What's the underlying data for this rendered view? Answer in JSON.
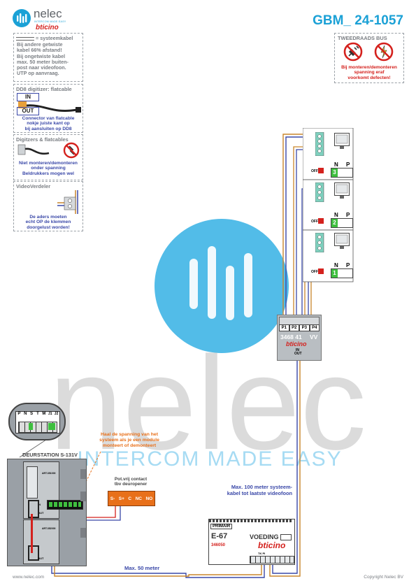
{
  "brand": {
    "name": "nelec",
    "tagline": "INTERCOM MADE EASY",
    "sub_brand": "bticino",
    "website": "www.nelec.com",
    "copyright": "Copyright Nelec BV"
  },
  "doc_code": "GBM_ 24-1057",
  "watermark": {
    "word": "nelec",
    "tagline": "INTERCOM MADE EASY"
  },
  "notes": {
    "systemkabel": {
      "legend": "= systeemkabel",
      "lines": [
        "Bij andere getwiste",
        "kabel 66% afstand!",
        "Bij ongetwiste kabel",
        "max. 50 meter buiten-",
        "post naar videofoon.",
        "UTP op aanvraag."
      ]
    },
    "dd8": {
      "title": "DD8 digitizer: flatcable",
      "in": "IN",
      "out": "OUT",
      "lines": [
        "Connector van flatcable",
        "nokje juiste kant op",
        "bij aansluiten op DD8"
      ]
    },
    "digitizers": {
      "title": "Digitzers & flatcables",
      "lines": [
        "Niet monteren/demonteren",
        "onder spanning",
        "Beldrukkers mogen wel"
      ]
    },
    "verdeler": {
      "title": "VideoVerdeler",
      "lines": [
        "De aders moeten",
        "echt OP de klemmen",
        "doorgelust worden!"
      ]
    },
    "tweedraads": {
      "title": "TWEEDRAADS BUS",
      "lines": [
        "Bij monteren/demonteren",
        "spanning eraf",
        "voorkomt defecten!"
      ]
    }
  },
  "doorstation": {
    "title": "DEURSTATION S-131V",
    "warning": [
      "Haal de spanning van het",
      "systeem als je een module",
      "monteert of demonteert"
    ],
    "terminals": [
      "P",
      "N",
      "S",
      "T",
      "M",
      "J1",
      "J2"
    ],
    "module_code_1": "ART.351000",
    "module_code_2": "ART.352000",
    "in": "IN",
    "out": "OUT"
  },
  "relay": {
    "title_lines": [
      "Pot.vrij contact",
      "tbv deuropener"
    ],
    "terminals": [
      "S-",
      "S+",
      "C",
      "NC",
      "NO"
    ]
  },
  "distributor": {
    "ports": [
      "P1",
      "P2",
      "P3",
      "P4"
    ],
    "code": "3468 41",
    "vv": "VV",
    "brand": "bticino",
    "in": "IN",
    "out": "OUT"
  },
  "monitors": [
    {
      "n": "N",
      "p": "P",
      "id": "3",
      "off": "OFF"
    },
    {
      "n": "N",
      "p": "P",
      "id": "2",
      "off": "OFF"
    },
    {
      "n": "N",
      "p": "P",
      "id": "1",
      "off": "OFF"
    }
  ],
  "psu": {
    "primair": "PRIMAIR",
    "model": "E-67",
    "title": "VOEDING",
    "code": "346050",
    "brand": "bticino",
    "bus_labels": "TK  PI"
  },
  "cable_labels": {
    "max100": [
      "Max. 100 meter systeem-",
      "kabel tot laatste videofoon"
    ],
    "max50": "Max. 50 meter"
  },
  "colors": {
    "accent_blue": "#1ba1d6",
    "note_blue": "#3a48a8",
    "orange": "#e8701a",
    "green": "#3fbf3f",
    "red": "#d4211d",
    "wire_blue": "#3a48a8",
    "wire_orange": "#c9862c"
  }
}
